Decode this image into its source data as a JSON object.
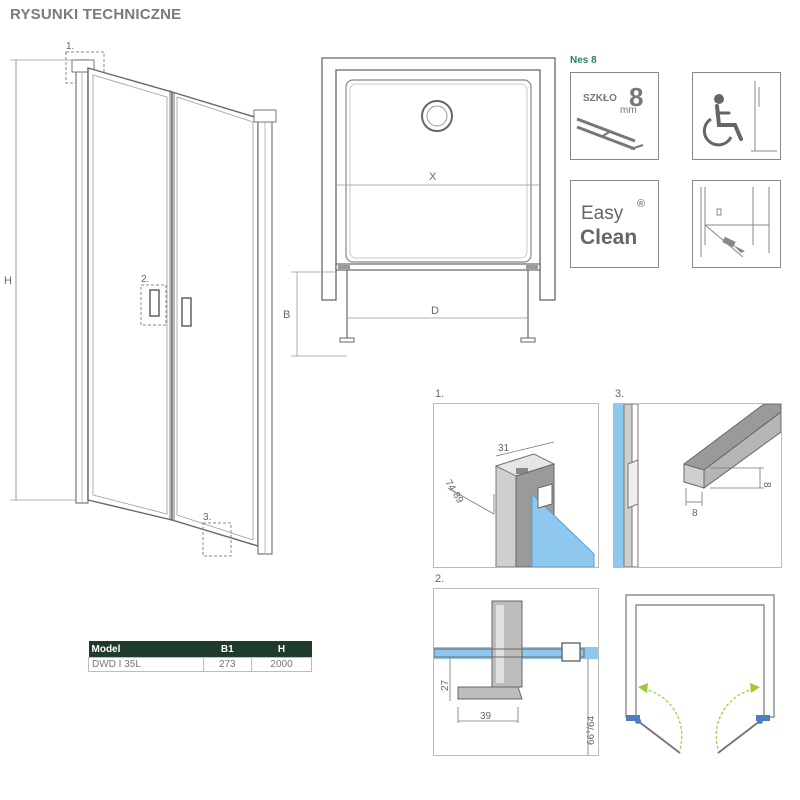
{
  "header": {
    "title": "RYSUNKI TECHNICZNE"
  },
  "door_drawing": {
    "dim_h": "H",
    "callout_1": "1.",
    "callout_2": "2.",
    "callout_3": "3."
  },
  "plan_view": {
    "dim_x": "X",
    "dim_b": "B",
    "dim_d": "D"
  },
  "badges": {
    "series": "Nes 8",
    "glass_label": "SZKŁO",
    "glass_thickness": "8",
    "glass_unit": "mm",
    "easy": "Easy",
    "clean": "Clean",
    "registered": "®"
  },
  "details": {
    "d1": {
      "num": "1.",
      "w": "31",
      "range": "74-89"
    },
    "d2": {
      "num": "2.",
      "h": "27",
      "w": "39",
      "angle": "66°/64"
    },
    "d3": {
      "num": "3.",
      "h": "8",
      "w": "8"
    }
  },
  "spec_table": {
    "headers": [
      "Model",
      "B1",
      "H"
    ],
    "rows": [
      [
        "DWD I 35L",
        "273",
        "2000"
      ]
    ]
  },
  "colors": {
    "header_bg": "#1e3b2b",
    "glass": "#8ec8ee",
    "arrow": "#9ccc33",
    "hinge": "#4a7fc0"
  }
}
